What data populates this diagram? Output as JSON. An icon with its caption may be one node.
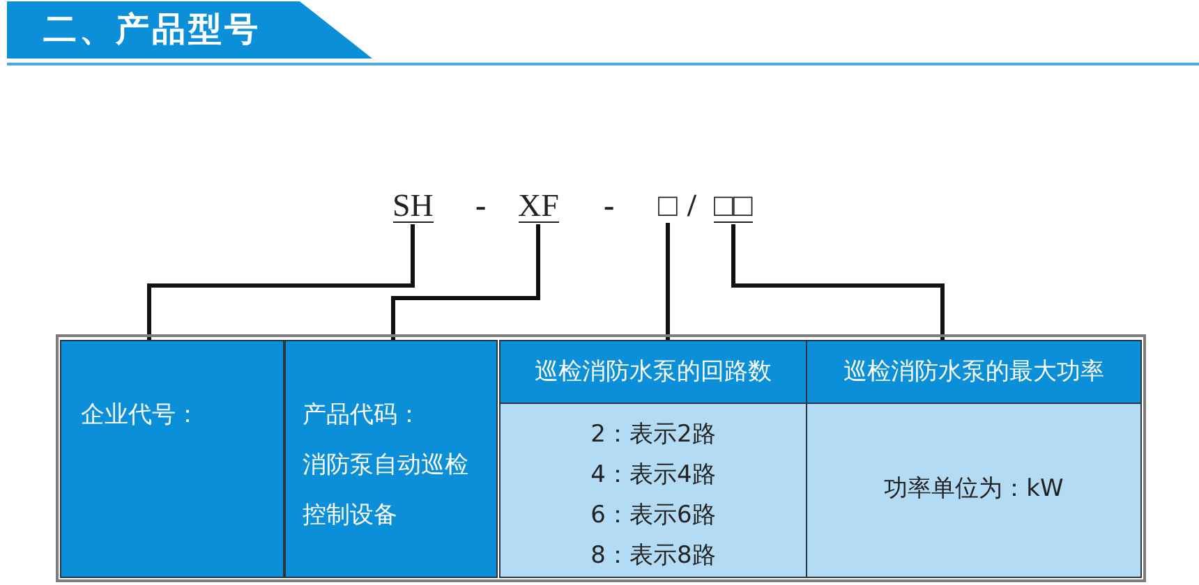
{
  "diagram": {
    "title": "二、产品型号",
    "nodes": [
      {
        "text": [
          "SH"
        ]
      },
      {
        "text": [
          "XF"
        ]
      },
      {
        "text": [
          "□"
        ]
      },
      {
        "text": [
          "□□"
        ]
      },
      {
        "text": [
          "企业代号："
        ]
      },
      {
        "text": [
          "产品代码：",
          "消防泵自动巡检控制设备"
        ]
      },
      {
        "text": [
          "巡检消防水泵的回路数"
        ]
      },
      {
        "text": [
          "巡检消防水泵的最大功率"
        ]
      },
      {
        "text": [
          "2：表示2路",
          "4：表示4路",
          "6：表示6路",
          "8：表示8路"
        ]
      },
      {
        "text": [
          "功率单位为：kW"
        ]
      }
    ],
    "edges": [
      {
        "from": 0,
        "to": 4,
        "arrow": "none"
      },
      {
        "from": 1,
        "to": 5,
        "arrow": "none"
      },
      {
        "from": 2,
        "to": 6,
        "arrow": "none"
      },
      {
        "from": 3,
        "to": 7,
        "arrow": "none"
      }
    ],
    "labels": [
      "-",
      "-",
      "/"
    ]
  }
}
